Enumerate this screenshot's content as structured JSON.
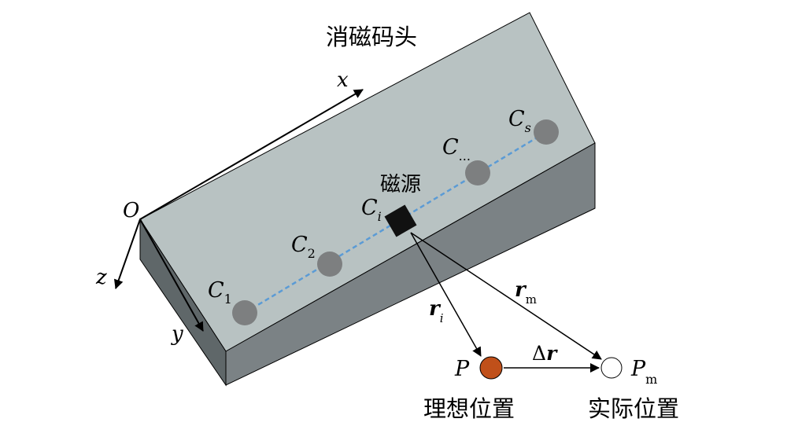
{
  "title": "消磁码头",
  "axes": {
    "origin": "O",
    "x": "x",
    "y": "y",
    "z": "z"
  },
  "sensors": [
    {
      "id": "c1",
      "base": "C",
      "sub": "1"
    },
    {
      "id": "c2",
      "base": "C",
      "sub": "2"
    },
    {
      "id": "ci",
      "base": "C",
      "sub": "i"
    },
    {
      "id": "cdots",
      "base": "C",
      "sub": "..."
    },
    {
      "id": "cs",
      "base": "C",
      "sub": "s"
    }
  ],
  "source": {
    "label": "磁源"
  },
  "vectors": {
    "ri": {
      "base": "r",
      "sub": "i"
    },
    "rm": {
      "base": "r",
      "sub": "m"
    },
    "dr": {
      "prefix": "Δ",
      "base": "r"
    }
  },
  "points": {
    "ideal": {
      "symbol": "P",
      "label": "理想位置"
    },
    "actual": {
      "symbol": "P",
      "sub": "m",
      "label": "实际位置"
    }
  },
  "colors": {
    "top_face": "#b8c2c2",
    "front_face": "#7b8285",
    "side_face": "#5f6769",
    "edge": "#000000",
    "sensor": "#7d7f80",
    "dashed_line": "#5b9bd5",
    "source": "#111111",
    "ideal_point": "#c0501a",
    "actual_point": "#ffffff"
  }
}
